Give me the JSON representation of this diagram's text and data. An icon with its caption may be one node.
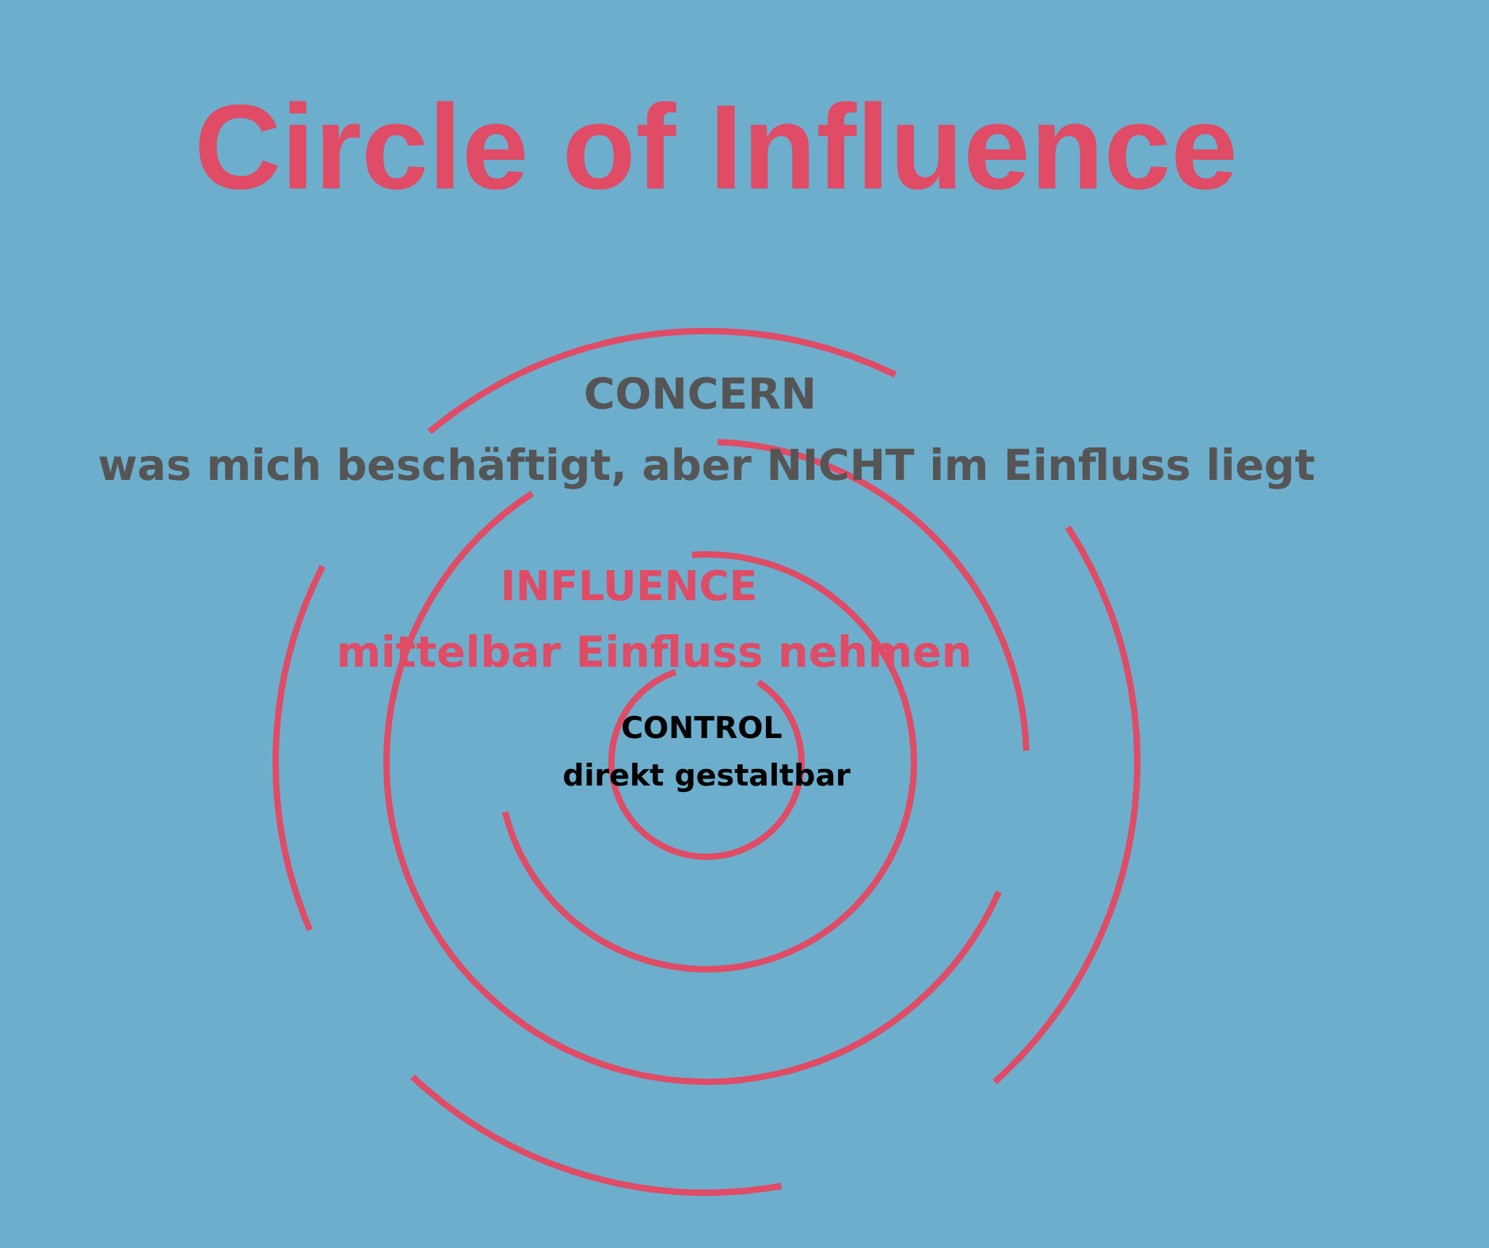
{
  "diagram": {
    "title": "Circle of Influence",
    "nodes": [
      {
        "text": [
          "CONCERN",
          "was mich beschäftigt, aber NICHT im Einfluss liegt"
        ]
      },
      {
        "text": [
          "INFLUENCE",
          "mittelbar Einfluss nehmen"
        ],
        "in": 0
      },
      {
        "text": [
          "CONTROL",
          "direkt gestaltbar"
        ],
        "in": 1
      }
    ]
  }
}
